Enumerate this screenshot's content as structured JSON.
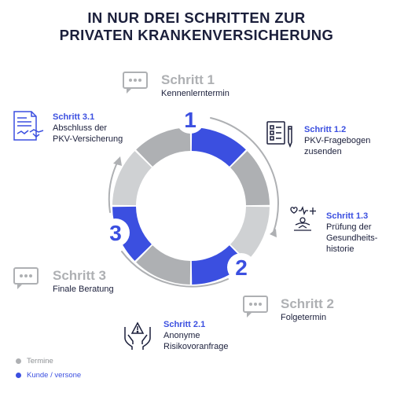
{
  "title": {
    "line1": "IN NUR DREI SCHRITTEN ZUR",
    "line2": "PRIVATEN KRANKENVERSICHERUNG"
  },
  "colors": {
    "gray": "#aeb0b3",
    "blue": "#3b4fe0",
    "navy": "#1b1f3b"
  },
  "ring_numbers": {
    "n1": "1",
    "n2": "2",
    "n3": "3"
  },
  "steps": {
    "s1": {
      "label": "Schritt 1",
      "desc": "Kennenlerntermin",
      "icon": "chat-bubble-icon"
    },
    "s12": {
      "label": "Schritt 1.2",
      "desc1": "PKV-Fragebogen",
      "desc2": "zusenden",
      "icon": "questionnaire-icon"
    },
    "s13": {
      "label": "Schritt 1.3",
      "desc1": "Prüfung der",
      "desc2": "Gesundheits-",
      "desc3": "historie",
      "icon": "health-check-icon"
    },
    "s2": {
      "label": "Schritt 2",
      "desc": "Folgetermin",
      "icon": "chat-bubble-icon"
    },
    "s21": {
      "label": "Schritt 2.1",
      "desc1": "Anonyme",
      "desc2": "Risikovoranfrage",
      "icon": "hands-protection-icon"
    },
    "s3": {
      "label": "Schritt 3",
      "desc": "Finale Beratung",
      "icon": "chat-bubble-icon"
    },
    "s31": {
      "label": "Schritt 3.1",
      "desc1": "Abschluss der",
      "desc2": "PKV-Versicherung",
      "icon": "contract-handshake-icon"
    }
  },
  "legend": {
    "termine": "Termine",
    "kunde": "Kunde / versone"
  }
}
